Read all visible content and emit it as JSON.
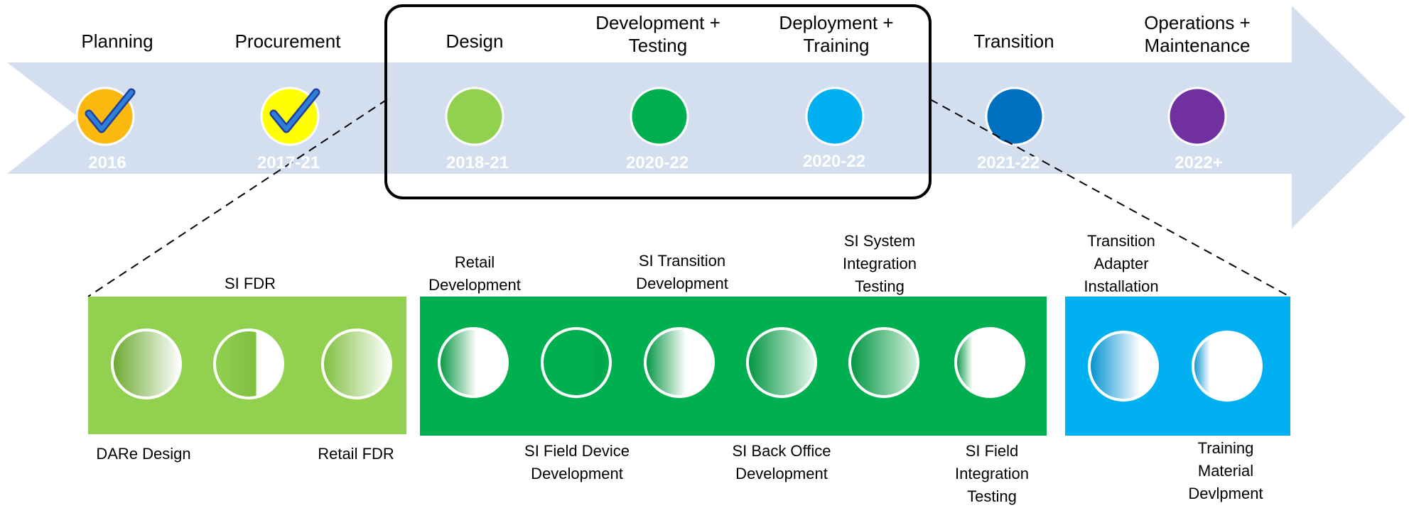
{
  "colors": {
    "arrow": "#d3deee",
    "planning": "#fbb910",
    "procurement": "#ffff00",
    "design": "#92d050",
    "development": "#00b050",
    "deployment": "#00b0f0",
    "transition": "#0070c0",
    "operations": "#7030a0",
    "check": "#1f5fbf"
  },
  "phases": [
    {
      "label": "Planning",
      "year": "2016",
      "icon": "check-icon"
    },
    {
      "label": "Procurement",
      "year": "2017-21",
      "icon": "check-icon"
    },
    {
      "label": "Design",
      "year": "2018-21"
    },
    {
      "label": "Development + Testing",
      "year": "2020-22"
    },
    {
      "label": "Deployment + Training",
      "year": "2020-22"
    },
    {
      "label": "Transition",
      "year": "2021-22"
    },
    {
      "label": "Operations + Maintenance",
      "year": "2022+"
    }
  ],
  "design_group": {
    "title": "SI FDR",
    "items": [
      {
        "label": "DARe Design",
        "progress": 0.5
      },
      {
        "label": "",
        "progress": 0.6
      },
      {
        "label": "Retail FDR",
        "progress": 0.4
      }
    ]
  },
  "development_group": {
    "items": [
      {
        "label": "Retail Development",
        "progress": 0.5
      },
      {
        "label": "SI Field Device Development",
        "progress": 0.85
      },
      {
        "label": "SI Transition Development",
        "progress": 0.55
      },
      {
        "label": "SI Back Office Development",
        "progress": 0.5
      },
      {
        "label": "SI System Integration Testing",
        "progress": 0.4
      },
      {
        "label": "SI Field Integration Testing",
        "progress": 0.2
      }
    ]
  },
  "deployment_group": {
    "items": [
      {
        "label": "Transition Adapter Installation",
        "progress": 0.6
      },
      {
        "label": "Training Material Devlpment",
        "progress": 0.2
      }
    ]
  },
  "text": {
    "p0": "Planning",
    "p1": "Procurement",
    "p2": "Design",
    "p3a": "Development +",
    "p3b": "Testing",
    "p4a": "Deployment +",
    "p4b": "Training",
    "p5": "Transition",
    "p6a": "Operations +",
    "p6b": "Maintenance",
    "y0": "2016",
    "y1": "2017-21",
    "y2": "2018-21",
    "y3": "2020-22",
    "y4": "2020-22",
    "y5": "2021-22",
    "y6": "2022+",
    "si_fdr": "SI FDR",
    "dare": "DARe Design",
    "retail_fdr": "Retail FDR",
    "retail_dev_a": "Retail",
    "retail_dev_b": "Development",
    "si_field_dev_a": "SI Field Device",
    "si_field_dev_b": "Development",
    "si_trans_a": "SI Transition",
    "si_trans_b": "Development",
    "si_back_a": "SI Back Office",
    "si_back_b": "Development",
    "si_sys_a": "SI System",
    "si_sys_b": "Integration",
    "si_sys_c": "Testing",
    "si_fit_a": "SI Field",
    "si_fit_b": "Integration",
    "si_fit_c": "Testing",
    "ta_a": "Transition",
    "ta_b": "Adapter",
    "ta_c": "Installation",
    "tm_a": "Training",
    "tm_b": "Material",
    "tm_c": "Devlpment"
  }
}
